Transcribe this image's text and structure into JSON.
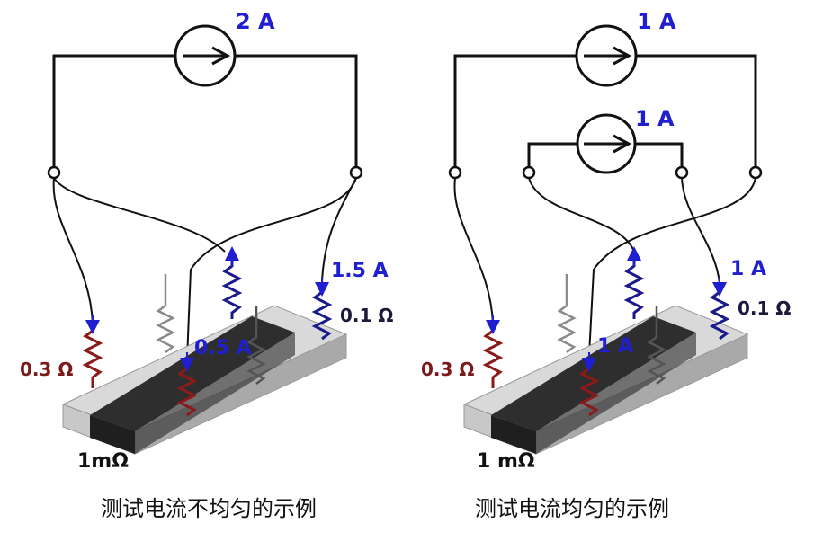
{
  "left": {
    "source_current": "2 A",
    "left_resistor": "0.3 Ω",
    "right_resistor": "0.1 Ω",
    "right_current": "1.5 A",
    "middle_current": "0.5 A",
    "shunt_value": "1mΩ",
    "caption": "测试电流不均匀的示例"
  },
  "right": {
    "source_current_top": "1 A",
    "source_current_inner": "1 A",
    "left_resistor": "0.3 Ω",
    "right_resistor": "0.1 Ω",
    "right_current": "1 A",
    "middle_current": "1 A",
    "shunt_value": "1 mΩ",
    "caption": "测试电流均匀的示例"
  },
  "colors": {
    "blue_label": "#1f1fd0",
    "red_resistor": "#8b1a1a",
    "blue_resistor": "#1a1a8c",
    "gray_resistor": "#8a8a8a",
    "shunt_body": "#333333"
  }
}
